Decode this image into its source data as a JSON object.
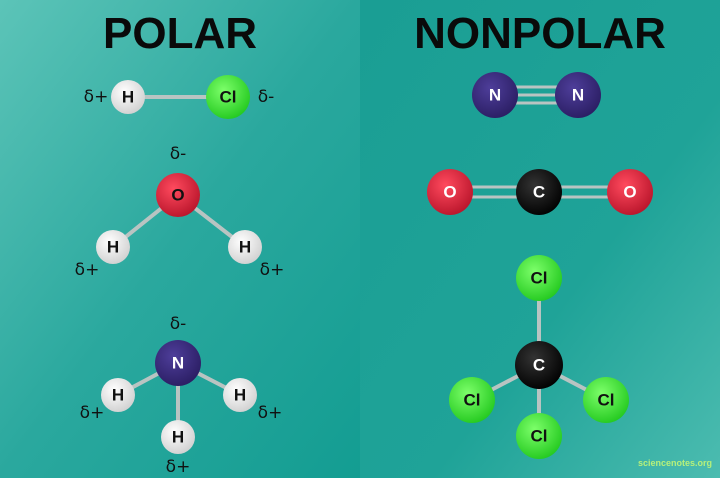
{
  "polar": {
    "title": "POLAR",
    "hcl": {
      "h": "H",
      "cl": "Cl",
      "delta_h": "δ+",
      "delta_cl": "δ-"
    },
    "water": {
      "o": "O",
      "h1": "H",
      "h2": "H",
      "delta_o": "δ-",
      "delta_h1": "δ+",
      "delta_h2": "δ+"
    },
    "ammonia": {
      "n": "N",
      "h1": "H",
      "h2": "H",
      "h3": "H",
      "delta_n": "δ-",
      "delta_h1": "δ+",
      "delta_h2": "δ+",
      "delta_h3": "δ+"
    }
  },
  "nonpolar": {
    "title": "NONPOLAR",
    "n2": {
      "n1": "N",
      "n2": "N"
    },
    "co2": {
      "o1": "O",
      "c": "C",
      "o2": "O"
    },
    "ccl4": {
      "c": "C",
      "cl_top": "Cl",
      "cl_left": "Cl",
      "cl_right": "Cl",
      "cl_bottom": "Cl"
    }
  },
  "watermark": "sciencenotes.org",
  "colors": {
    "hydrogen": "#f2f2f2",
    "chlorine": "#3ee83a",
    "oxygen": "#e0243c",
    "nitrogen": "#3a2a7a",
    "carbon": "#111111",
    "background": "#2aa89e"
  }
}
